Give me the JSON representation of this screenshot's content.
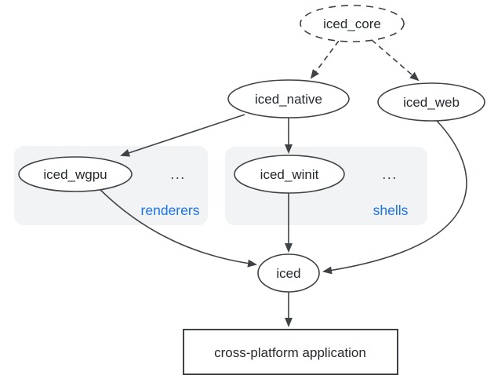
{
  "colors": {
    "stroke": "#3f4347",
    "node_fill": "#ffffff",
    "group_fill": "#f1f3f4",
    "accent_blue": "#1a73e8",
    "text": "#24292e",
    "background": "#ffffff"
  },
  "nodes": {
    "iced_core": {
      "label": "iced_core"
    },
    "iced_native": {
      "label": "iced_native"
    },
    "iced_web": {
      "label": "iced_web"
    },
    "iced_wgpu": {
      "label": "iced_wgpu"
    },
    "iced_winit": {
      "label": "iced_winit"
    },
    "iced": {
      "label": "iced"
    },
    "app": {
      "label": "cross-platform application"
    }
  },
  "groups": {
    "renderers": {
      "label": "renderers",
      "ellipsis": "..."
    },
    "shells": {
      "label": "shells",
      "ellipsis": "..."
    }
  }
}
